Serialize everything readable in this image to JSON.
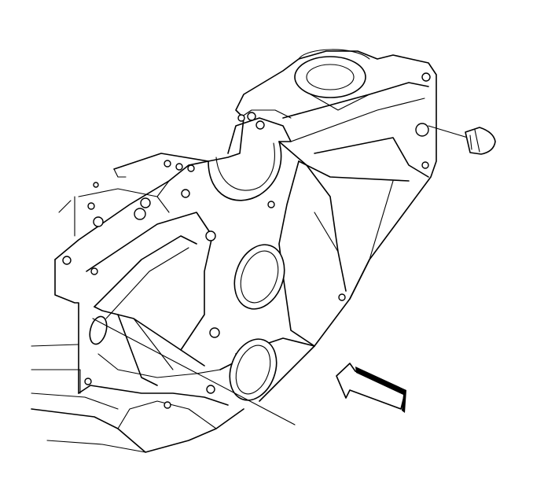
{
  "diagram": {
    "colors": {
      "line": "#000000",
      "background": "#ffffff"
    },
    "parts": [
      {
        "name": "engine-block-casting"
      },
      {
        "name": "oil-gallery-plug"
      },
      {
        "name": "direction-arrow"
      },
      {
        "name": "leader-line"
      }
    ]
  }
}
